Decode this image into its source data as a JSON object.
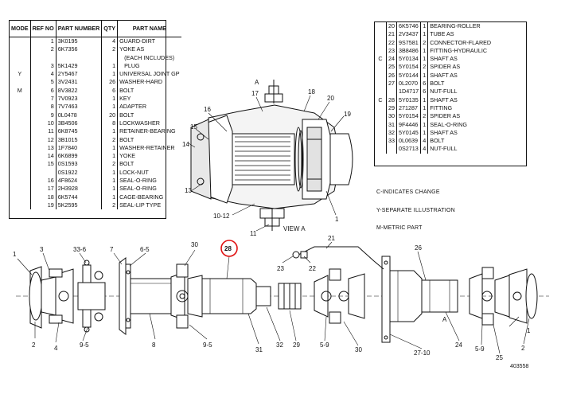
{
  "left_table": {
    "headers": {
      "mode": "MODE",
      "ref": "REF NO",
      "part": "PART NUMBER",
      "qty": "QTY",
      "name": "PART NAME"
    },
    "rows": [
      {
        "flag": "",
        "ref": "1",
        "part": "3K0195",
        "qty": "4",
        "name": "GUARD-DIRT"
      },
      {
        "flag": "",
        "ref": "2",
        "part": "6K7356",
        "qty": "2",
        "name": "YOKE AS"
      },
      {
        "flag": "",
        "ref": "",
        "part": "",
        "qty": "",
        "name": "(EACH INCLUDES)"
      },
      {
        "flag": "",
        "ref": "",
        "part": "",
        "qty": "",
        "name": ""
      },
      {
        "flag": "",
        "ref": "3",
        "part": "5K1429",
        "qty": "1",
        "name": "PLUG"
      },
      {
        "flag": "Y",
        "ref": "4",
        "part": "2Y5467",
        "qty": "1",
        "name": "UNIVERSAL JOINT GP"
      },
      {
        "flag": "",
        "ref": "5",
        "part": "3V2431",
        "qty": "26",
        "name": "WASHER-HARD"
      },
      {
        "flag": "M",
        "ref": "6",
        "part": "8V3822",
        "qty": "6",
        "name": "BOLT"
      },
      {
        "flag": "",
        "ref": "7",
        "part": "7V0923",
        "qty": "1",
        "name": "KEY"
      },
      {
        "flag": "",
        "ref": "8",
        "part": "7V7463",
        "qty": "1",
        "name": "ADAPTER"
      },
      {
        "flag": "",
        "ref": "9",
        "part": "0L0478",
        "qty": "20",
        "name": "BOLT"
      },
      {
        "flag": "",
        "ref": "10",
        "part": "3B4506",
        "qty": "8",
        "name": "LOCKWASHER"
      },
      {
        "flag": "",
        "ref": "11",
        "part": "6K8745",
        "qty": "1",
        "name": "RETAINER-BEARING"
      },
      {
        "flag": "",
        "ref": "12",
        "part": "3B1015",
        "qty": "2",
        "name": "BOLT"
      },
      {
        "flag": "",
        "ref": "13",
        "part": "1F7840",
        "qty": "1",
        "name": "WASHER-RETAINER"
      },
      {
        "flag": "",
        "ref": "14",
        "part": "6K6899",
        "qty": "1",
        "name": "YOKE"
      },
      {
        "flag": "",
        "ref": "15",
        "part": "0S1593",
        "qty": "2",
        "name": "BOLT"
      },
      {
        "flag": "",
        "ref": "",
        "part": "0S1922",
        "qty": "1",
        "name": "LOCK-NUT"
      },
      {
        "flag": "",
        "ref": "16",
        "part": "4F8624",
        "qty": "1",
        "name": "SEAL-O-RING"
      },
      {
        "flag": "",
        "ref": "17",
        "part": "2H3928",
        "qty": "1",
        "name": "SEAL-O-RING"
      },
      {
        "flag": "",
        "ref": "18",
        "part": "6K5744",
        "qty": "1",
        "name": "CAGE-BEARING"
      },
      {
        "flag": "",
        "ref": "19",
        "part": "5K2595",
        "qty": "2",
        "name": "SEAL-LIP TYPE"
      }
    ]
  },
  "right_table": {
    "rows": [
      {
        "flag": "",
        "ref": "20",
        "part": "6K5746",
        "qty": "1",
        "name": "BEARING-ROLLER"
      },
      {
        "flag": "",
        "ref": "21",
        "part": "2V3437",
        "qty": "1",
        "name": "TUBE AS"
      },
      {
        "flag": "",
        "ref": "22",
        "part": "9S7581",
        "qty": "2",
        "name": "CONNECTOR-FLARED"
      },
      {
        "flag": "",
        "ref": "23",
        "part": "3B8486",
        "qty": "1",
        "name": "FITTING-HYDRAULIC"
      },
      {
        "flag": "C",
        "ref": "24",
        "part": "5Y0134",
        "qty": "1",
        "name": "SHAFT AS"
      },
      {
        "flag": "",
        "ref": "25",
        "part": "5Y0154",
        "qty": "2",
        "name": "SPIDER AS"
      },
      {
        "flag": "",
        "ref": "26",
        "part": "5Y0144",
        "qty": "1",
        "name": "SHAFT AS"
      },
      {
        "flag": "",
        "ref": "27",
        "part": "0L2070",
        "qty": "6",
        "name": "BOLT"
      },
      {
        "flag": "",
        "ref": "",
        "part": "1D4717",
        "qty": "6",
        "name": "NUT-FULL"
      },
      {
        "flag": "C",
        "ref": "28",
        "part": "5Y0135",
        "qty": "1",
        "name": "SHAFT AS"
      },
      {
        "flag": "",
        "ref": "29",
        "part": "271287",
        "qty": "1",
        "name": "FITTING"
      },
      {
        "flag": "",
        "ref": "30",
        "part": "5Y0154",
        "qty": "2",
        "name": "SPIDER AS"
      },
      {
        "flag": "",
        "ref": "31",
        "part": "9F4446",
        "qty": "1",
        "name": "SEAL-O-RING"
      },
      {
        "flag": "",
        "ref": "32",
        "part": "5Y0145",
        "qty": "1",
        "name": "SHAFT AS"
      },
      {
        "flag": "",
        "ref": "33",
        "part": "0L0639",
        "qty": "4",
        "name": "BOLT"
      },
      {
        "flag": "",
        "ref": "",
        "part": "0S2713",
        "qty": "4",
        "name": "NUT-FULL"
      }
    ]
  },
  "legend": {
    "changed": "C-INDICATES CHANGE",
    "separate": "Y-SEPARATE ILLUSTRATION",
    "metric": "M-METRIC PART"
  },
  "view_label": "VIEW A",
  "figure_number": "403558",
  "callouts": {
    "c1": "1",
    "c3": "3",
    "c33_6": "33-6",
    "c7": "7",
    "c6_5": "6-5",
    "c30": "30",
    "c28": "28",
    "c21": "21",
    "c26": "26",
    "c23": "23",
    "c22": "22",
    "c2": "2",
    "c4": "4",
    "c9_5": "9-5",
    "c8": "8",
    "c9_5b": "9-5",
    "c31": "31",
    "c32": "32",
    "c29": "29",
    "c5_9": "5-9",
    "c30b": "30",
    "c27_10": "27-10",
    "c24": "24",
    "c5_9b": "5-9",
    "c25": "25",
    "c1b": "1",
    "c2b": "2",
    "cA": "A",
    "v17": "17",
    "v18": "18",
    "v20": "20",
    "v19": "19",
    "v16": "16",
    "v15": "15",
    "v14": "14",
    "v13": "13",
    "v1": "1",
    "v10_12": "10-12",
    "v11": "11",
    "vA": "A"
  },
  "highlight_color": "#e01010"
}
